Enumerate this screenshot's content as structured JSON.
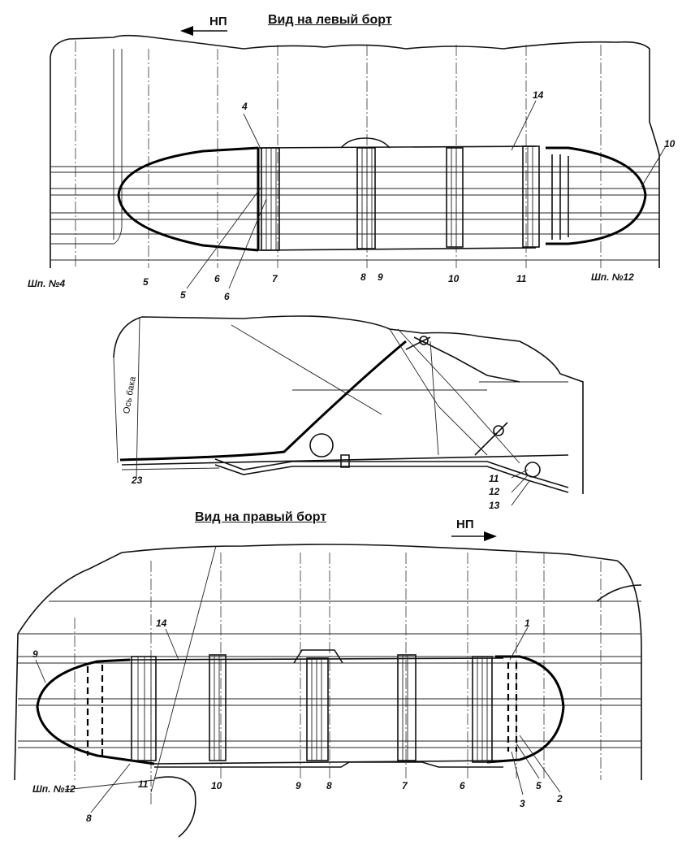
{
  "top_view": {
    "title": "Вид на левый борт",
    "direction": "НП",
    "frame_start": "Шп. №4",
    "frame_end": "Шп. №12",
    "callouts": [
      "4",
      "14",
      "10",
      "5",
      "6",
      "7",
      "8",
      "9",
      "10",
      "11",
      "5",
      "6"
    ]
  },
  "middle_view": {
    "axis_label": "Ось бака",
    "callouts": [
      "23",
      "11",
      "12",
      "13"
    ]
  },
  "bottom_view": {
    "title": "Вид на правый борт",
    "direction": "НП",
    "frame": "Шп. №12",
    "callouts": [
      "1",
      "14",
      "9",
      "11",
      "10",
      "9",
      "8",
      "7",
      "6",
      "3",
      "5",
      "2",
      "8"
    ]
  }
}
